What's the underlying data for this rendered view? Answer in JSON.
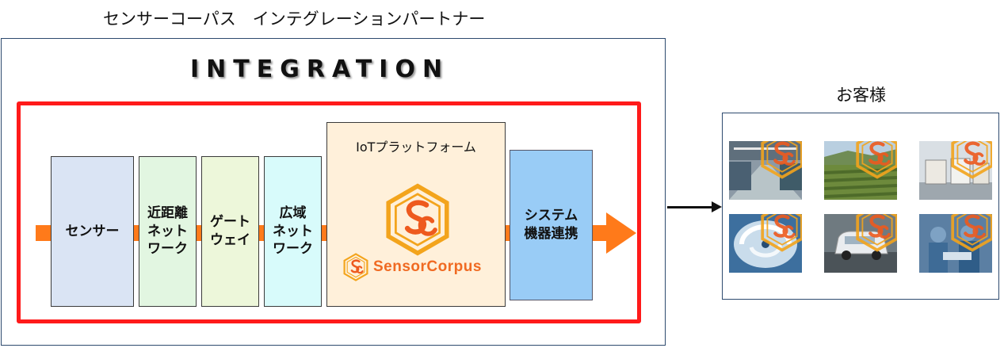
{
  "header": {
    "title": "センサーコーパス　インテグレーションパートナー"
  },
  "integration": {
    "title": "INTEGRATION",
    "blocks": [
      {
        "label": "センサー"
      },
      {
        "label": "近距離\nネット\nワーク"
      },
      {
        "label": "ゲート\nウェイ"
      },
      {
        "label": "広域\nネット\nワーク"
      },
      {
        "label": "IoTプラットフォーム",
        "brand": "SensorCorpus"
      },
      {
        "label": "システム\n機器連携"
      }
    ]
  },
  "customers": {
    "title": "お客様",
    "photos": [
      "factory-photo",
      "vineyard-photo",
      "logistics-photo",
      "typhoon-photo",
      "vehicle-photo",
      "surgery-photo"
    ]
  },
  "colors": {
    "accent": "#ff7a1a",
    "frame_red": "#ff1a1a",
    "frame_navy": "#2d4a6e",
    "brand": "#f06a22"
  }
}
